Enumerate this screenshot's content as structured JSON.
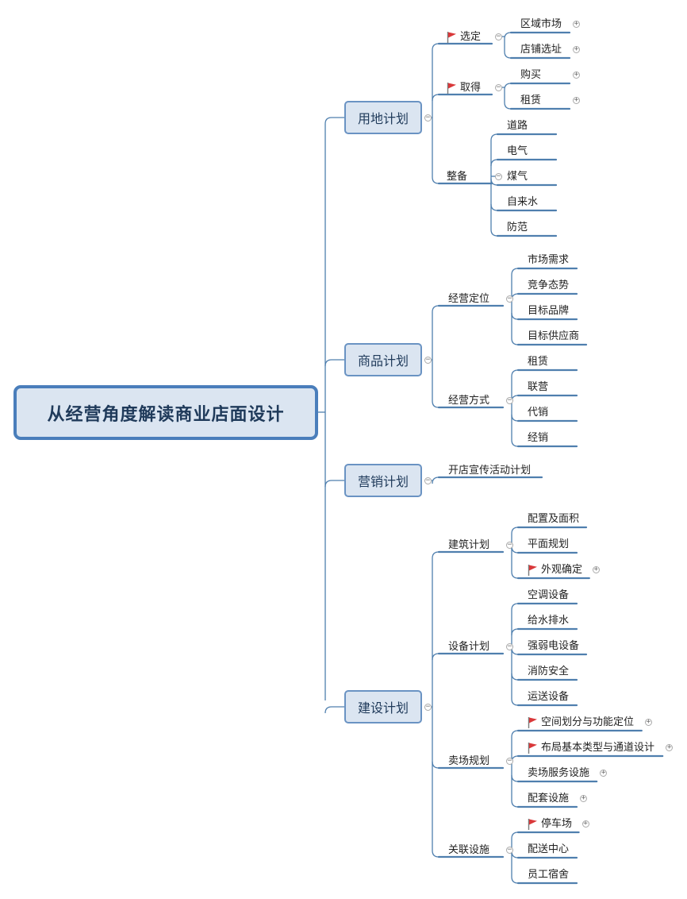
{
  "central": {
    "title": "从经营角度解读商业店面设计"
  },
  "branches": [
    {
      "label": "用地计划",
      "children": [
        {
          "label": "选定",
          "flag": true,
          "children": [
            {
              "label": "区域市场",
              "collapsed": true
            },
            {
              "label": "店铺选址",
              "collapsed": true
            }
          ]
        },
        {
          "label": "取得",
          "flag": true,
          "children": [
            {
              "label": "购买",
              "collapsed": true
            },
            {
              "label": "租赁",
              "collapsed": true
            }
          ]
        },
        {
          "label": "整备",
          "children": [
            {
              "label": "道路"
            },
            {
              "label": "电气"
            },
            {
              "label": "煤气"
            },
            {
              "label": "自来水"
            },
            {
              "label": "防范"
            }
          ]
        }
      ]
    },
    {
      "label": "商品计划",
      "children": [
        {
          "label": "经营定位",
          "children": [
            {
              "label": "市场需求"
            },
            {
              "label": "竞争态势"
            },
            {
              "label": "目标品牌"
            },
            {
              "label": "目标供应商"
            }
          ]
        },
        {
          "label": "经营方式",
          "children": [
            {
              "label": "租赁"
            },
            {
              "label": "联营"
            },
            {
              "label": "代销"
            },
            {
              "label": "经销"
            }
          ]
        }
      ]
    },
    {
      "label": "营销计划",
      "children": [
        {
          "label": "开店宣传活动计划"
        }
      ]
    },
    {
      "label": "建设计划",
      "children": [
        {
          "label": "建筑计划",
          "children": [
            {
              "label": "配置及面积"
            },
            {
              "label": "平面规划"
            },
            {
              "label": "外观确定",
              "flag": true,
              "collapsed": true
            }
          ]
        },
        {
          "label": "设备计划",
          "children": [
            {
              "label": "空调设备"
            },
            {
              "label": "给水排水"
            },
            {
              "label": "强弱电设备"
            },
            {
              "label": "消防安全"
            },
            {
              "label": "运送设备"
            }
          ]
        },
        {
          "label": "卖场规划",
          "children": [
            {
              "label": "空间划分与功能定位",
              "flag": true,
              "collapsed": true
            },
            {
              "label": "布局基本类型与通道设计",
              "flag": true,
              "collapsed": true
            },
            {
              "label": "卖场服务设施",
              "collapsed": true
            },
            {
              "label": "配套设施",
              "collapsed": true
            }
          ]
        },
        {
          "label": "关联设施",
          "children": [
            {
              "label": "停车场",
              "flag": true,
              "collapsed": true
            },
            {
              "label": "配送中心"
            },
            {
              "label": "员工宿舍"
            }
          ]
        }
      ]
    }
  ],
  "colors": {
    "line": "#4f7fae",
    "node_fill": "#dbe5f1",
    "root_border": "#4a7ebb",
    "flag": "#d9383a"
  }
}
